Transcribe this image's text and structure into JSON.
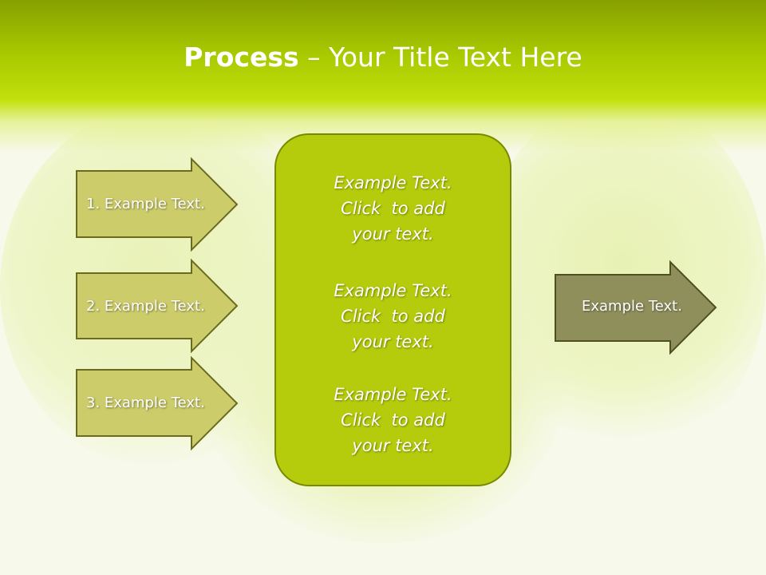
{
  "title": {
    "bold": "Process",
    "rest": " – Your Title Text Here"
  },
  "steps": [
    {
      "label": "1. Example Text."
    },
    {
      "label": "2. Example Text."
    },
    {
      "label": "3. Example Text."
    }
  ],
  "center_box": [
    {
      "line1": "Example Text.",
      "line2": "Click  to add",
      "line3": "your text."
    },
    {
      "line1": "Example Text.",
      "line2": "Click  to add",
      "line3": "your text."
    },
    {
      "line1": "Example Text.",
      "line2": "Click  to add",
      "line3": "your text."
    }
  ],
  "result": {
    "label": "Example Text."
  },
  "colors": {
    "header": "#a8c800",
    "step_fill": "#cccc6a",
    "center_fill": "#b5cc0c",
    "result_fill": "#8f8f5c"
  }
}
